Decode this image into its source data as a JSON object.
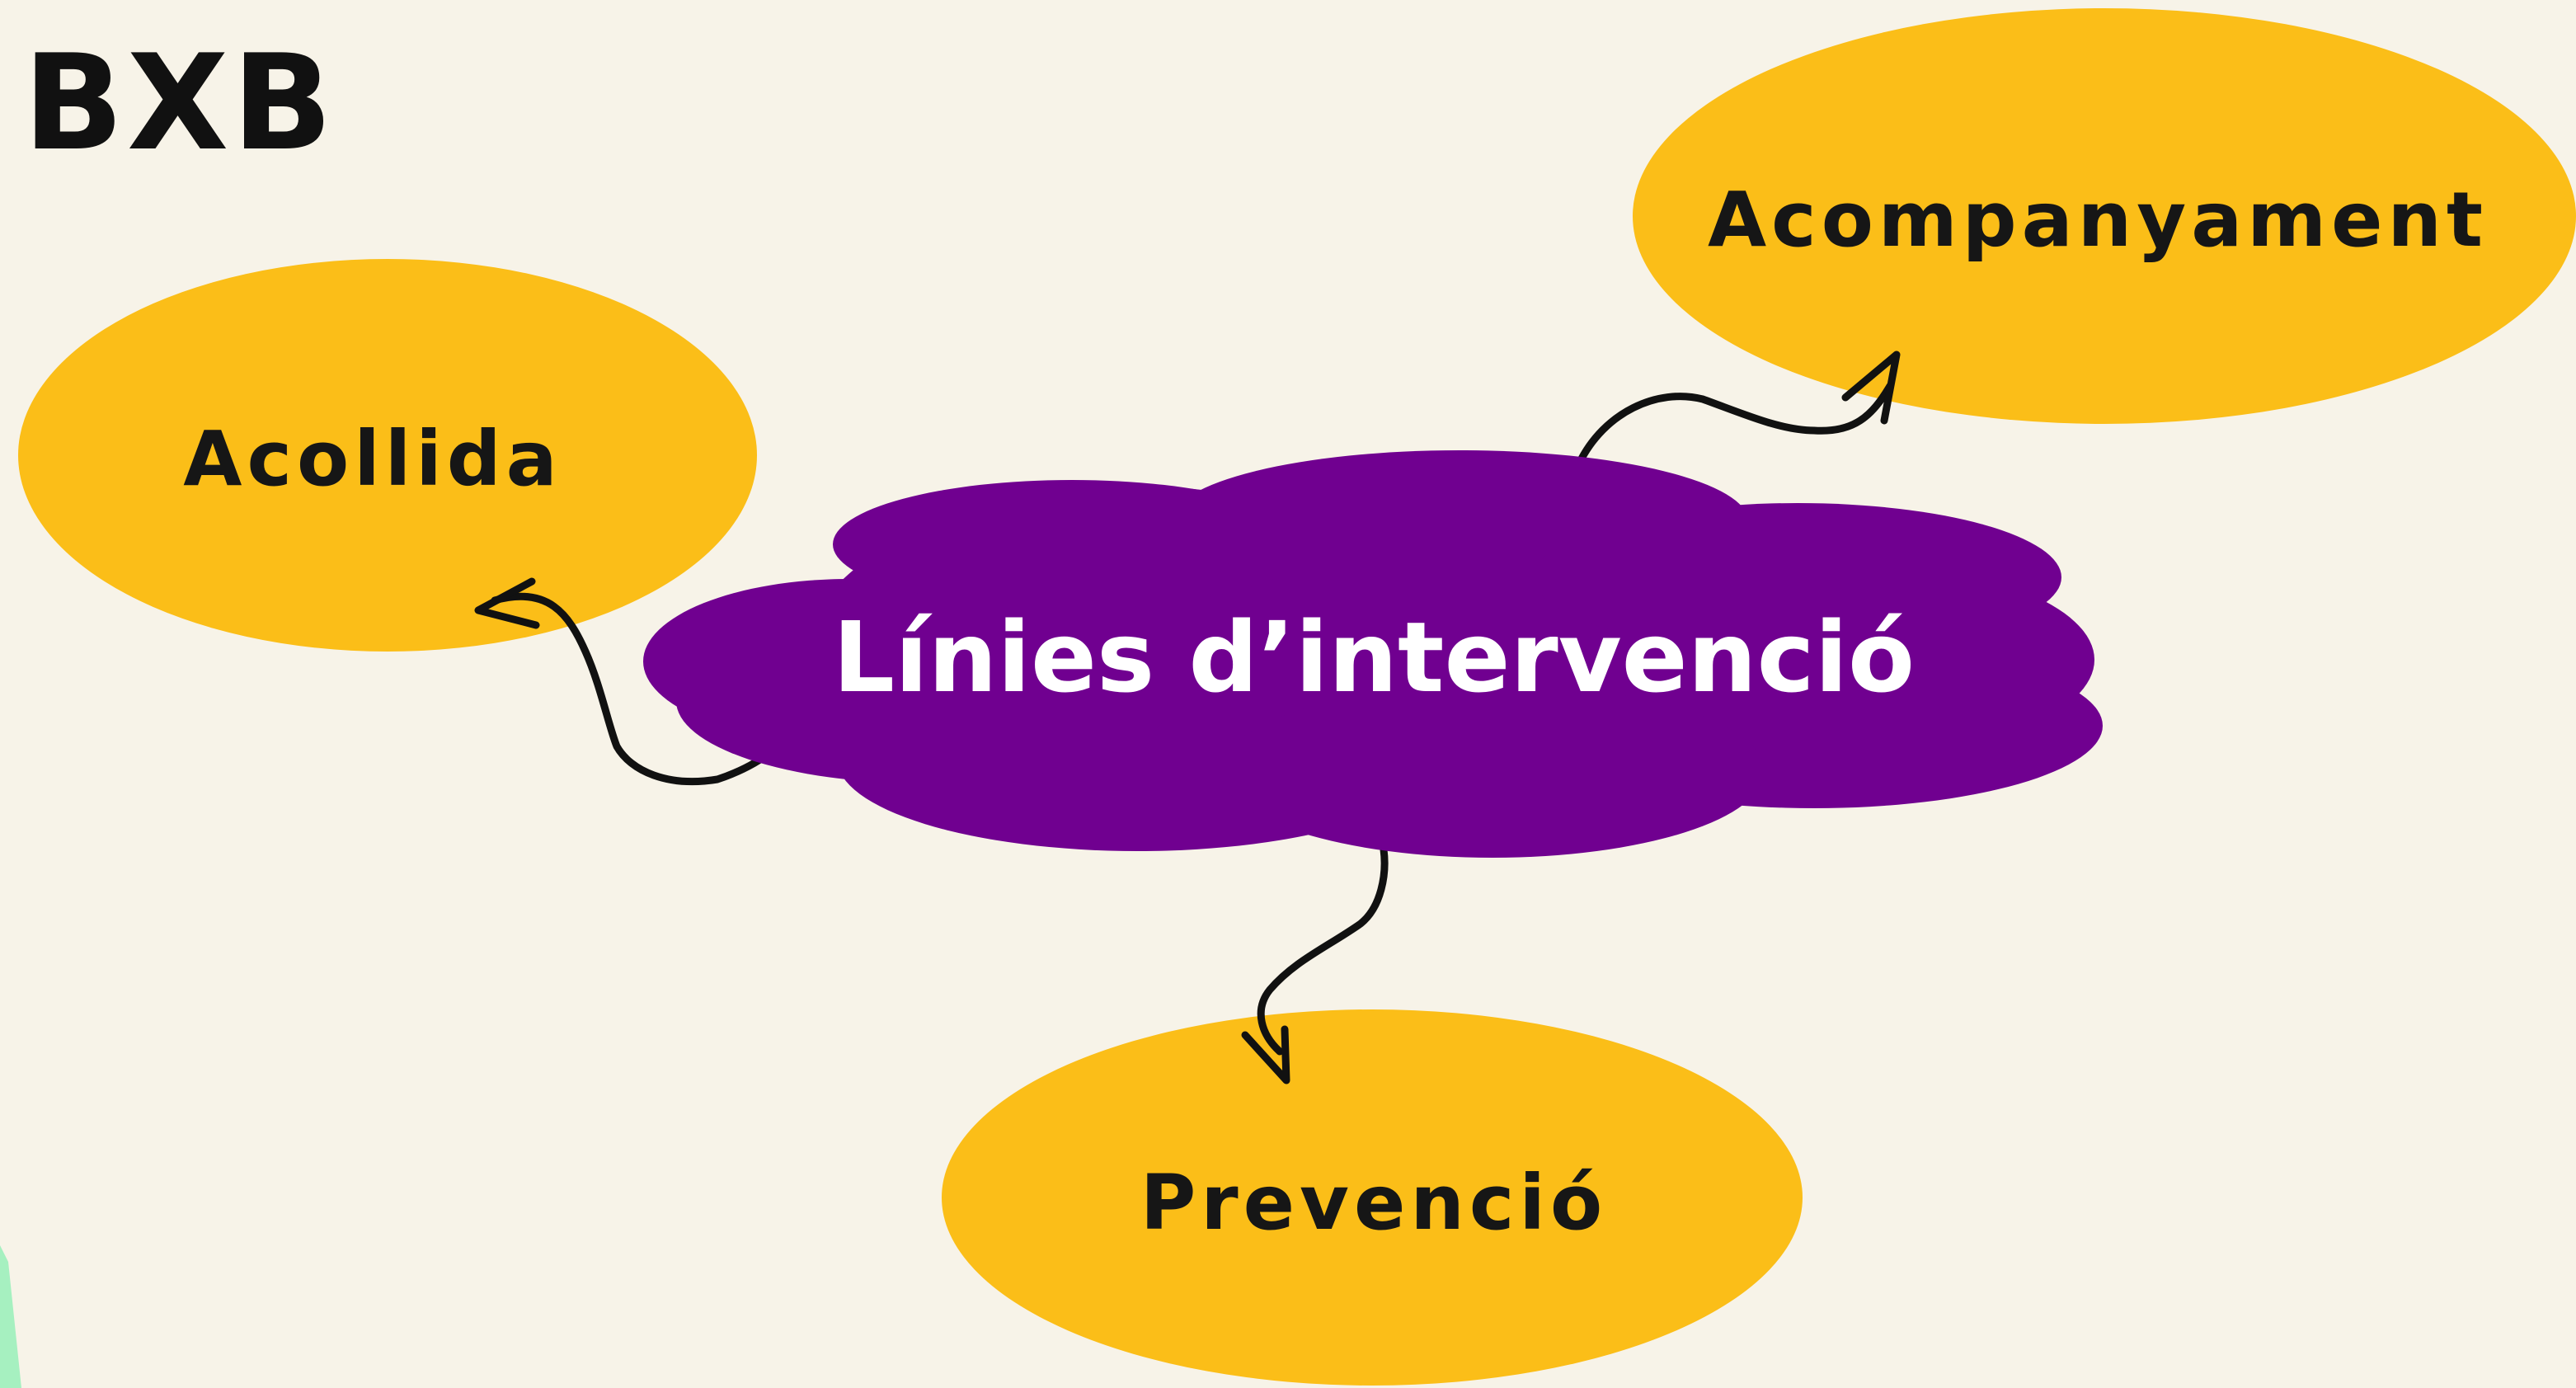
{
  "logo": {
    "text": "BXB"
  },
  "center": {
    "label": "Línies d’intervenció"
  },
  "nodes": {
    "acollida": {
      "label": "Acollida"
    },
    "acompanyament": {
      "label": "Acompanyament"
    },
    "prevencio": {
      "label": "Prevenció"
    }
  },
  "colors": {
    "background": "#f7f3e8",
    "node_fill": "#fbbe18",
    "center_fill": "#700090",
    "arrow": "#111111",
    "accent_corner": "#a6f0c0"
  }
}
